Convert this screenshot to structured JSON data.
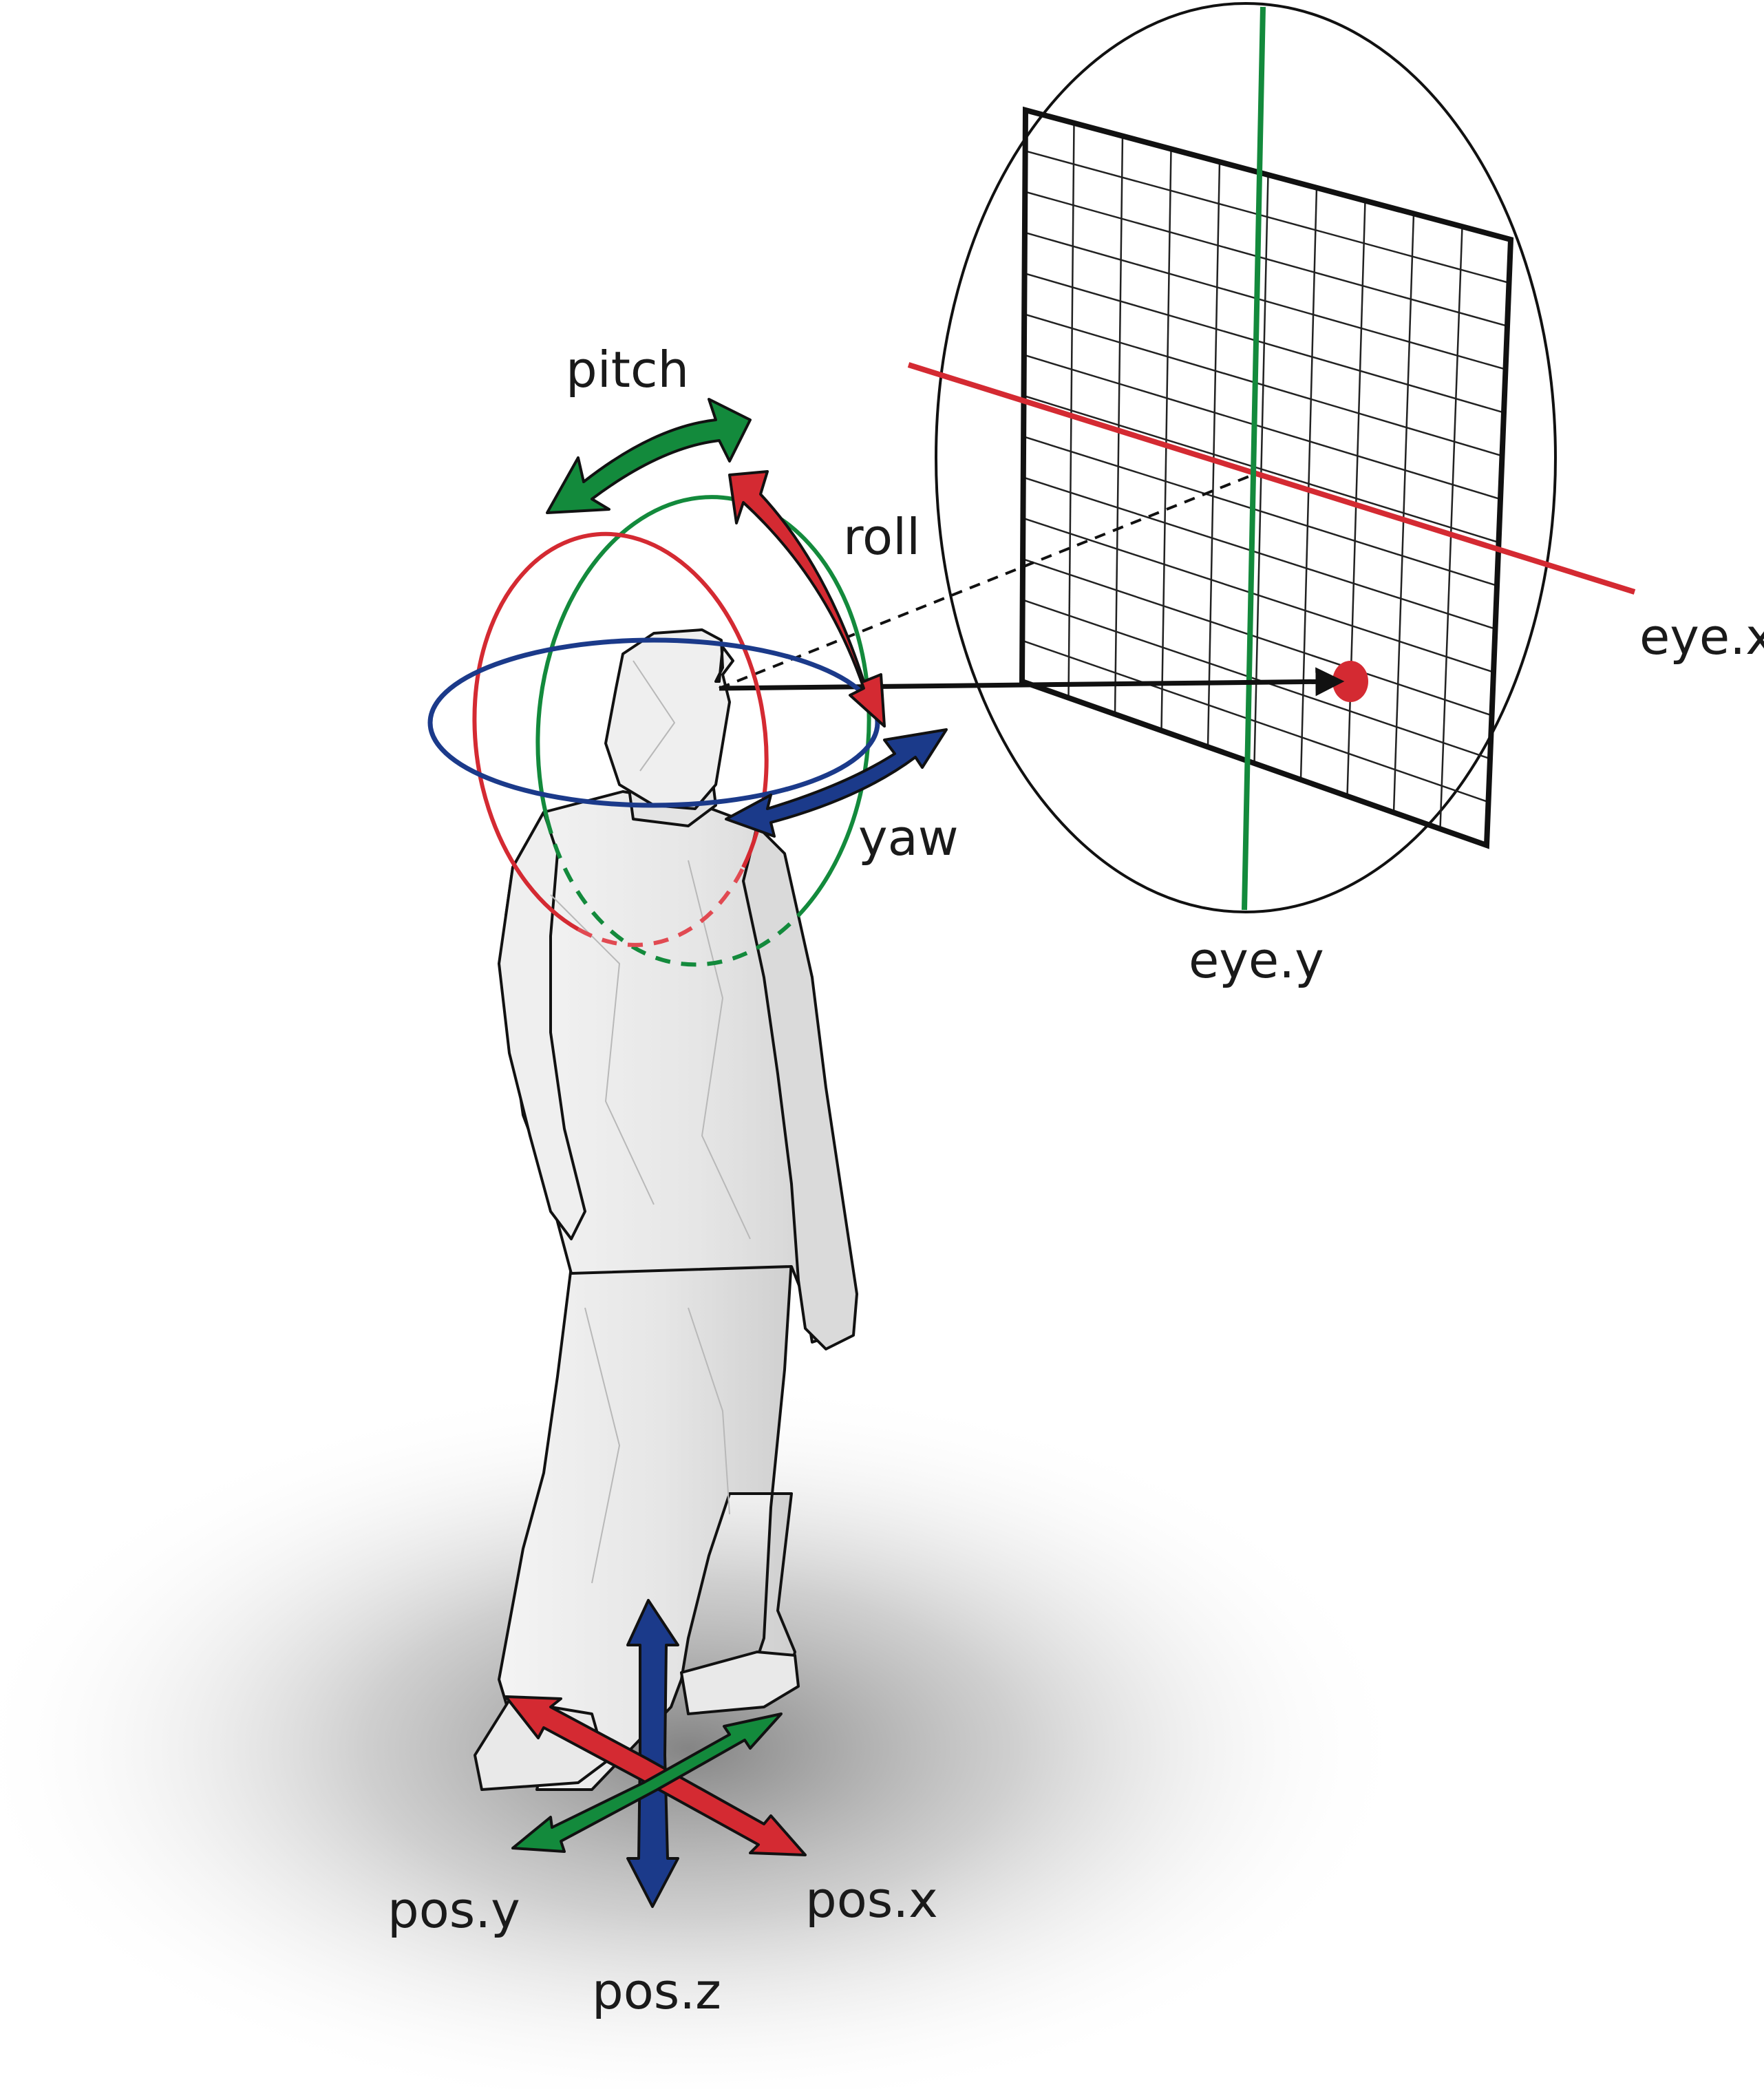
{
  "labels": {
    "pitch": "pitch",
    "roll": "roll",
    "yaw": "yaw",
    "eye_x": "eye.x",
    "eye_y": "eye.y",
    "pos_x": "pos.x",
    "pos_y": "pos.y",
    "pos_z": "pos.z"
  },
  "colors": {
    "red": "#d42a32",
    "green": "#138a3c",
    "blue": "#1b3a8a",
    "figure": "#ececec",
    "outline": "#111111"
  },
  "screen": {
    "grid_columns": 10,
    "grid_rows": 14
  }
}
